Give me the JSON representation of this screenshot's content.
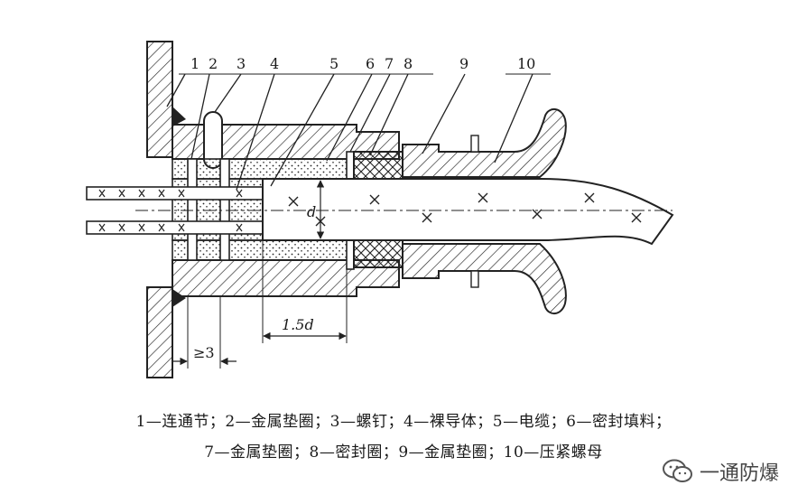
{
  "diagram": {
    "part_labels": [
      "1",
      "2",
      "3",
      "4",
      "5",
      "6",
      "7",
      "8",
      "9",
      "10"
    ],
    "dimensions": {
      "diameter": "d",
      "length": "1.5d",
      "gap": "≥3"
    }
  },
  "caption": {
    "line1": "1—连通节；2—金属垫圈；3—螺钉；4—裸导体；5—电缆；6—密封填料；",
    "line2": "7—金属垫圈；8—密封圈；9—金属垫圈；10—压紧螺母"
  },
  "watermark": {
    "icon": "wechat-icon",
    "text": "一通防爆"
  }
}
